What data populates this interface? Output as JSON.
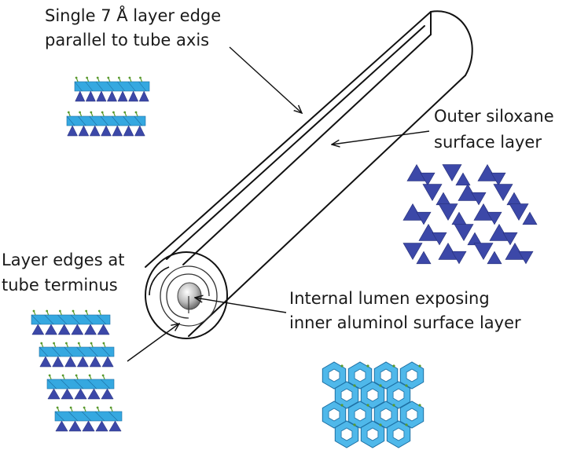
{
  "labels": {
    "layer_edge_line1": "Single 7 Å layer edge",
    "layer_edge_line2": "parallel to tube axis",
    "outer_line1": "Outer siloxane",
    "outer_line2": "surface layer",
    "terminus_line1": "Layer edges at",
    "terminus_line2": "tube terminus",
    "lumen_line1": "Internal lumen exposing",
    "lumen_line2": "inner aluminol surface layer"
  },
  "colors": {
    "text": "#1a1a1a",
    "outline": "#111111",
    "silica_tetrahedra": "#3c48a8",
    "alumina_octahedra": "#35a8e0",
    "aluminol_ring": "#4fb8ea",
    "hydroxyl_marker": "#5a9a2e"
  },
  "icons": {
    "stacked_layers_top": "layer-stack-illustration",
    "siloxane_sheet": "hexagonal-tetrahedra-network",
    "stacked_layers_bottom": "layer-stack-illustration",
    "aluminol_sheet": "hexagonal-aluminol-network"
  }
}
